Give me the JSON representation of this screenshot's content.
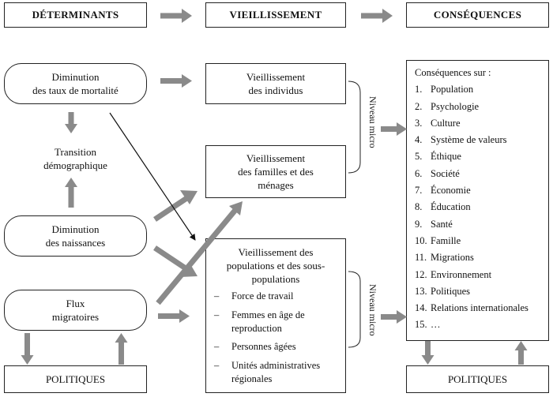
{
  "headers": {
    "determinants": "DÉTERMINANTS",
    "vieillissement": "VIEILLISSEMENT",
    "consequences": "CONSÉQUENCES"
  },
  "determinants": {
    "mortalite": [
      "Diminution",
      "des taux de mortalité"
    ],
    "transition": [
      "Transition",
      "démographique"
    ],
    "naissances": [
      "Diminution",
      "des naissances"
    ],
    "flux": [
      "Flux",
      "migratoires"
    ],
    "politiques": "POLITIQUES"
  },
  "vieillissement": {
    "individus": [
      "Vieillissement",
      "des individus"
    ],
    "familles": [
      "Vieillissement",
      "des familles et des",
      "ménages"
    ],
    "populations_title": [
      "Vieillissement des",
      "populations et des sous-",
      "populations"
    ],
    "populations_items": [
      {
        "dash": "–",
        "lines": [
          "Force de travail"
        ]
      },
      {
        "dash": "–",
        "lines": [
          "Femmes en âge de",
          "reproduction"
        ]
      },
      {
        "dash": "–",
        "lines": [
          "Personnes âgées"
        ]
      },
      {
        "dash": "–",
        "lines": [
          "Unités administratives",
          "régionales"
        ]
      }
    ],
    "niveau_micro_1": "Niveau micro",
    "niveau_micro_2": "Niveau micro"
  },
  "consequences": {
    "title": "Conséquences sur :",
    "items": [
      {
        "num": "1.",
        "label": "Population"
      },
      {
        "num": "2.",
        "label": "Psychologie"
      },
      {
        "num": "3.",
        "label": "Culture"
      },
      {
        "num": "4.",
        "label": "Système de valeurs"
      },
      {
        "num": "5.",
        "label": "Éthique"
      },
      {
        "num": "6.",
        "label": "Société"
      },
      {
        "num": "7.",
        "label": "Économie"
      },
      {
        "num": "8.",
        "label": "Éducation"
      },
      {
        "num": "9.",
        "label": "Santé"
      },
      {
        "num": "10.",
        "label": "Famille"
      },
      {
        "num": "11.",
        "label": "Migrations"
      },
      {
        "num": "12.",
        "label": "Environnement"
      },
      {
        "num": "13.",
        "label": "Politiques"
      },
      {
        "num": "14.",
        "label": "Relations internationales"
      },
      {
        "num": "15.",
        "label": "…"
      }
    ],
    "politiques": "POLITIQUES"
  },
  "colors": {
    "arrow_gray": "#8a8a8a",
    "line": "#222222"
  }
}
